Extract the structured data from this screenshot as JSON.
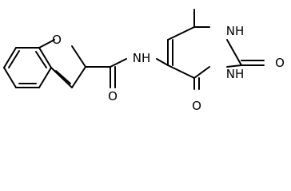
{
  "molecule": {
    "atoms": {
      "o_furan": "O",
      "o_amide": "O",
      "nh_amide": "NH",
      "nh_ring_top": "NH",
      "nh_ring_bottom": "NH",
      "o_ring_right": "O",
      "o_ring_bottom": "O"
    }
  },
  "colors": {
    "bond": "#000000",
    "background": "#ffffff"
  }
}
